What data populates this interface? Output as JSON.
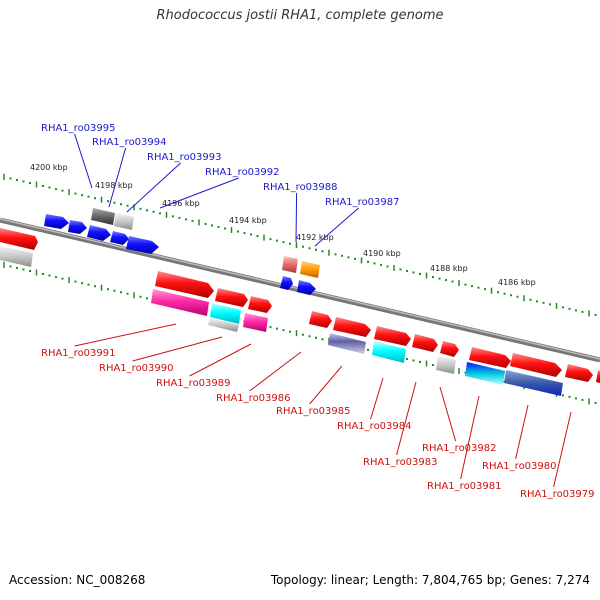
{
  "title": "Rhodococcus jostii RHA1, complete genome",
  "footer": {
    "accession": "Accession: NC_008268",
    "summary": "Topology: linear; Length: 7,804,765 bp; Genes: 7,274"
  },
  "colors": {
    "backbone": "#888888",
    "tick": "#228b22",
    "label_top": "#1a1acc",
    "label_bottom": "#cc1111"
  },
  "kbp_labels": [
    "4200 kbp",
    "4198 kbp",
    "4196 kbp",
    "4194 kbp",
    "4192 kbp",
    "4190 kbp",
    "4188 kbp",
    "4186 kbp"
  ],
  "genes_top": [
    "RHA1_ro03995",
    "RHA1_ro03994",
    "RHA1_ro03993",
    "RHA1_ro03992",
    "RHA1_ro03988",
    "RHA1_ro03987"
  ],
  "genes_bottom": [
    "RHA1_ro03991",
    "RHA1_ro03990",
    "RHA1_ro03989",
    "RHA1_ro03986",
    "RHA1_ro03985",
    "RHA1_ro03984",
    "RHA1_ro03983",
    "RHA1_ro03982",
    "RHA1_ro03981",
    "RHA1_ro03980",
    "RHA1_ro03979"
  ]
}
